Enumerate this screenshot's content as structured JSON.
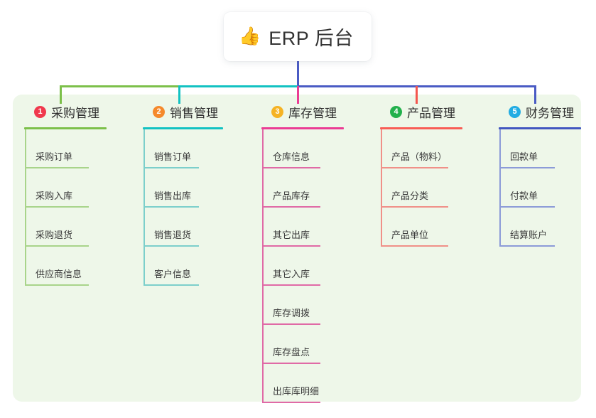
{
  "diagram": {
    "type": "mind-map",
    "root": {
      "icon": "thumbs-up-icon",
      "emoji": "👍",
      "label": "ERP 后台"
    },
    "panel_background": "#eef7e9",
    "stem_color": "#4A5BC4",
    "branch_bar": [
      {
        "color": "#7CC04A"
      },
      {
        "color": "#12C2C2"
      },
      {
        "color": "#4A5BC4"
      }
    ],
    "columns": [
      {
        "number": "1",
        "title": "采购管理",
        "badge_color": "#F0394D",
        "rule_color": "#7CC04A",
        "leaf_color": "#A8D48A",
        "drop_color": "#7CC04A",
        "items": [
          "采购订单",
          "采购入库",
          "采购退货",
          "供应商信息"
        ]
      },
      {
        "number": "2",
        "title": "销售管理",
        "badge_color": "#F5892B",
        "rule_color": "#12C2C2",
        "leaf_color": "#7CCFCB",
        "drop_color": "#12C2C2",
        "items": [
          "销售订单",
          "销售出库",
          "销售退货",
          "客户信息"
        ]
      },
      {
        "number": "3",
        "title": "库存管理",
        "badge_color": "#F5B324",
        "rule_color": "#EB3C94",
        "leaf_color": "#E06AA6",
        "drop_color": "#EB3C94",
        "items": [
          "仓库信息",
          "产品库存",
          "其它出库",
          "其它入库",
          "库存调拨",
          "库存盘点",
          "出库库明细"
        ]
      },
      {
        "number": "4",
        "title": "产品管理",
        "badge_color": "#22B14C",
        "rule_color": "#F85D55",
        "leaf_color": "#F09088",
        "drop_color": "#F4564E",
        "items": [
          "产品（物料）",
          "产品分类",
          "产品单位"
        ]
      },
      {
        "number": "5",
        "title": "财务管理",
        "badge_color": "#22ACE3",
        "rule_color": "#4257C0",
        "leaf_color": "#8C9BD8",
        "drop_color": "#4A5BC4",
        "items": [
          "回款单",
          "付款单",
          "结算账户"
        ]
      }
    ]
  }
}
